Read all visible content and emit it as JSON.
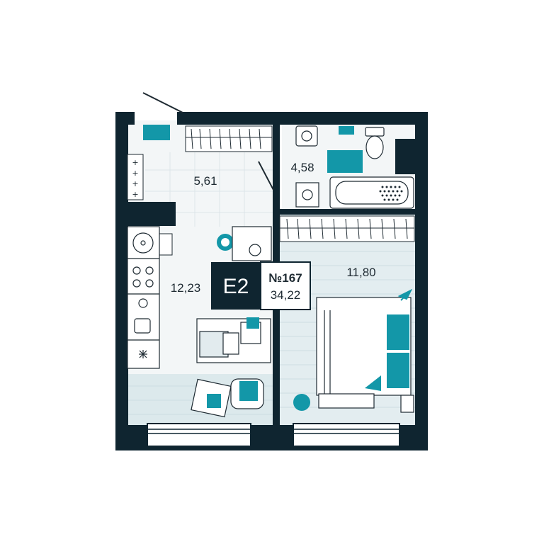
{
  "plan": {
    "rooms": [
      {
        "id": "hall",
        "area": "5,61"
      },
      {
        "id": "bathroom",
        "area": "4,58"
      },
      {
        "id": "kitchen-living",
        "area": "12,23"
      },
      {
        "id": "bedroom",
        "area": "11,80"
      }
    ],
    "badge": {
      "type": "E2",
      "number": "№167",
      "total_area": "34,22"
    },
    "colors": {
      "wall": "#0f2530",
      "accent": "#1397a8",
      "floor_tile": "#e9eef0",
      "floor_wood": "#dce9ec",
      "line": "#1e2a32"
    }
  }
}
